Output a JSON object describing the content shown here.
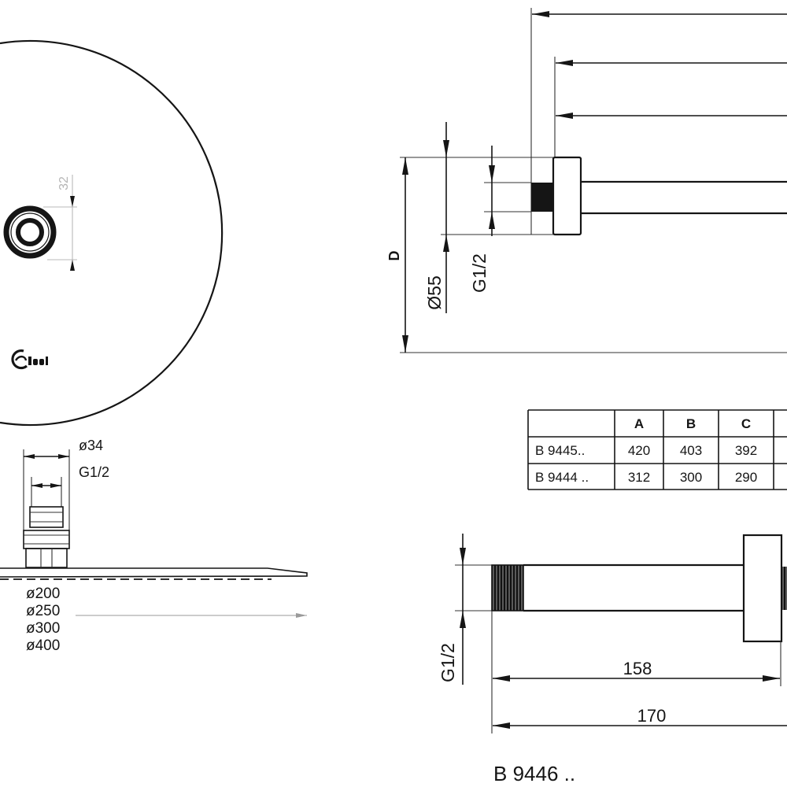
{
  "plan_view": {
    "dim_outlet": "32"
  },
  "side_view": {
    "dim_connector": "ø34",
    "dim_thread": "G1/2",
    "diameters": [
      "ø200",
      "ø250",
      "ø300",
      "ø400"
    ]
  },
  "arm_assembly": {
    "dim_d": "D",
    "dim_flange": "Ø55",
    "dim_thread": "G1/2"
  },
  "size_table": {
    "headers": [
      "A",
      "B",
      "C"
    ],
    "rows": [
      {
        "model": "B 9445..",
        "values": [
          "420",
          "403",
          "392"
        ]
      },
      {
        "model": "B 9444 ..",
        "values": [
          "312",
          "300",
          "290"
        ]
      }
    ]
  },
  "arm_detail": {
    "dim_thread": "G1/2",
    "dim_inner": "158",
    "dim_total": "170",
    "model": "B 9446 .."
  }
}
